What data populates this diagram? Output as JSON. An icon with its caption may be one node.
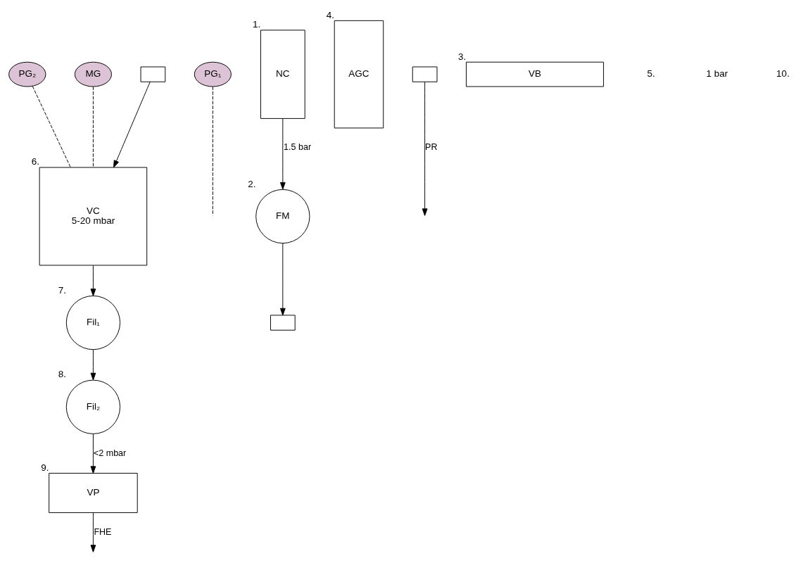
{
  "diagram": {
    "nodes": [
      {
        "text": [
          "PG₂"
        ]
      },
      {
        "text": [
          "MG"
        ]
      },
      {
        "text": [
          "VC",
          "5-20 mbar"
        ],
        "beside": [
          "6."
        ]
      },
      {
        "text": [
          "PG₁"
        ]
      },
      {
        "text": [
          "Fil₁"
        ],
        "beside": [
          "7."
        ]
      },
      {
        "text": [
          "Fil₂"
        ],
        "beside": [
          "8."
        ]
      },
      {
        "text": [
          "NC"
        ],
        "beside": [
          "1."
        ]
      },
      {
        "text": [
          "FM"
        ],
        "beside": [
          "2."
        ]
      },
      {
        "text": [
          "AGC"
        ],
        "beside": [
          "4."
        ]
      },
      {
        "text": [],
        "shape": "box"
      },
      {
        "text": [],
        "shape": "box"
      },
      {
        "text": [],
        "shape": "box"
      },
      {
        "text": [
          "VB"
        ],
        "beside": [
          "3."
        ]
      },
      {
        "text": [
          "VP"
        ],
        "beside": [
          "9."
        ]
      }
    ],
    "edges": [
      {
        "from": 0,
        "to": 2,
        "arrow": "none",
        "style": "dashed"
      },
      {
        "from": 1,
        "to": 2,
        "arrow": "none",
        "style": "dashed"
      },
      {
        "from": 2,
        "to": 4,
        "arrow": "to"
      },
      {
        "from": 3,
        "to": null,
        "arrow": "none",
        "style": "dashed"
      },
      {
        "from": 4,
        "to": 5,
        "arrow": "to"
      },
      {
        "from": 5,
        "to": 13,
        "arrow": "to",
        "label": "<2 mbar"
      },
      {
        "from": 6,
        "to": 7,
        "arrow": "to",
        "label": "1.5 bar"
      },
      {
        "from": 7,
        "to": 11,
        "arrow": "to"
      },
      {
        "from": 9,
        "to": 2,
        "arrow": "to"
      },
      {
        "from": 10,
        "to": null,
        "arrow": "to",
        "label": "PR"
      },
      {
        "from": 13,
        "to": null,
        "arrow": "to",
        "label": "FHE"
      }
    ],
    "labels": [
      "5.",
      "1 bar",
      "10."
    ]
  }
}
